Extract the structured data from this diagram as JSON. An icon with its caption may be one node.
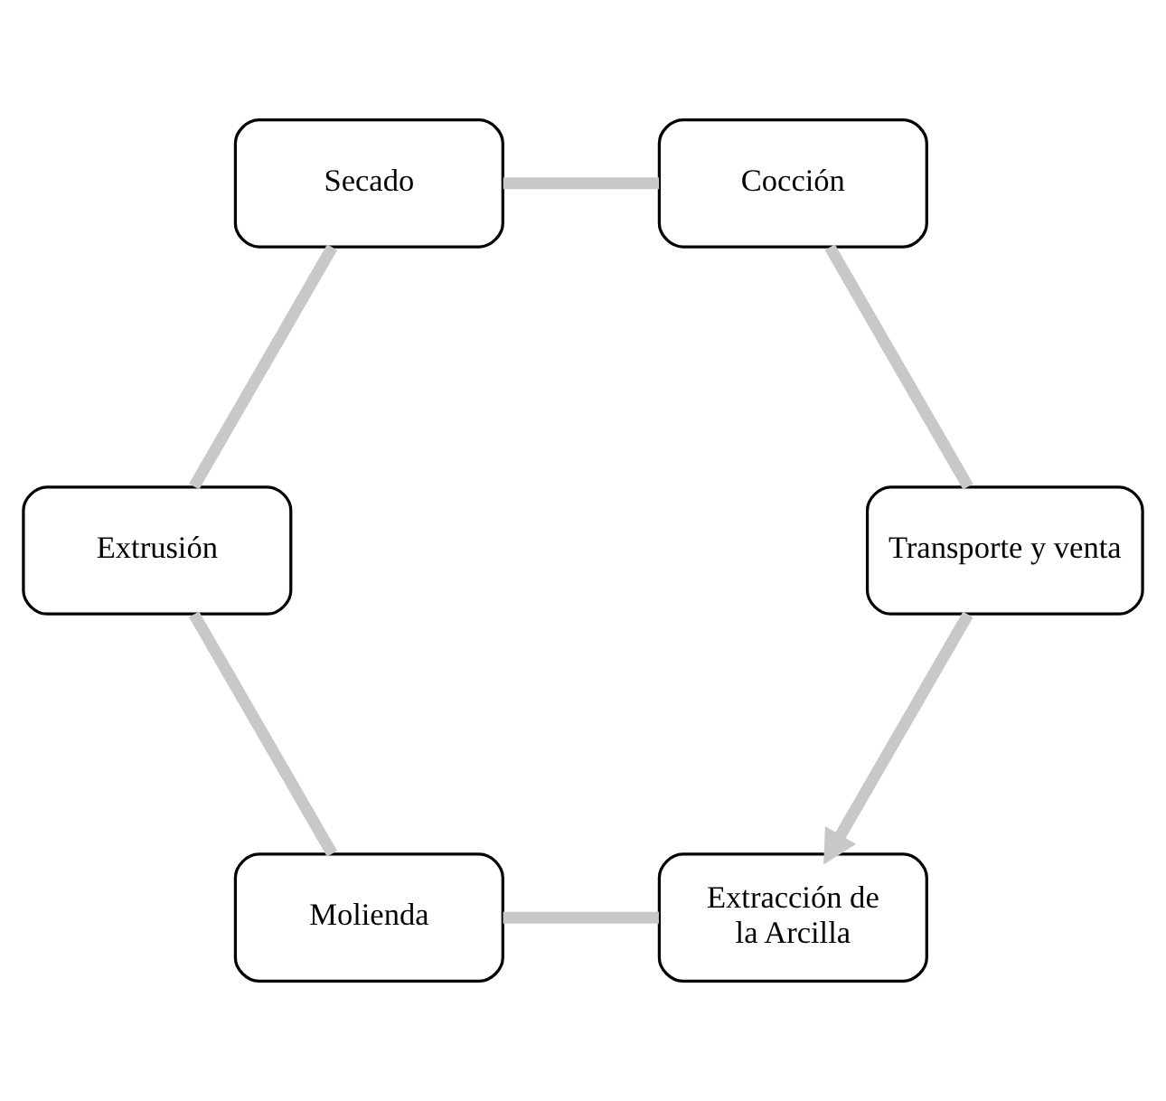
{
  "diagram": {
    "nodes": [
      {
        "text": [
          "Extracción de la Arcilla"
        ]
      },
      {
        "text": [
          "Molienda"
        ]
      },
      {
        "text": [
          "Extrusión"
        ]
      },
      {
        "text": [
          "Secado"
        ]
      },
      {
        "text": [
          "Cocción"
        ]
      },
      {
        "text": [
          "Transporte y venta"
        ]
      }
    ],
    "edges": [
      {
        "from": 0,
        "to": 1,
        "arrow": "none"
      },
      {
        "from": 1,
        "to": 2,
        "arrow": "none"
      },
      {
        "from": 2,
        "to": 3,
        "arrow": "none"
      },
      {
        "from": 3,
        "to": 4,
        "arrow": "none"
      },
      {
        "from": 4,
        "to": 5,
        "arrow": "none"
      },
      {
        "from": 5,
        "to": 0,
        "arrow": "to"
      }
    ]
  }
}
